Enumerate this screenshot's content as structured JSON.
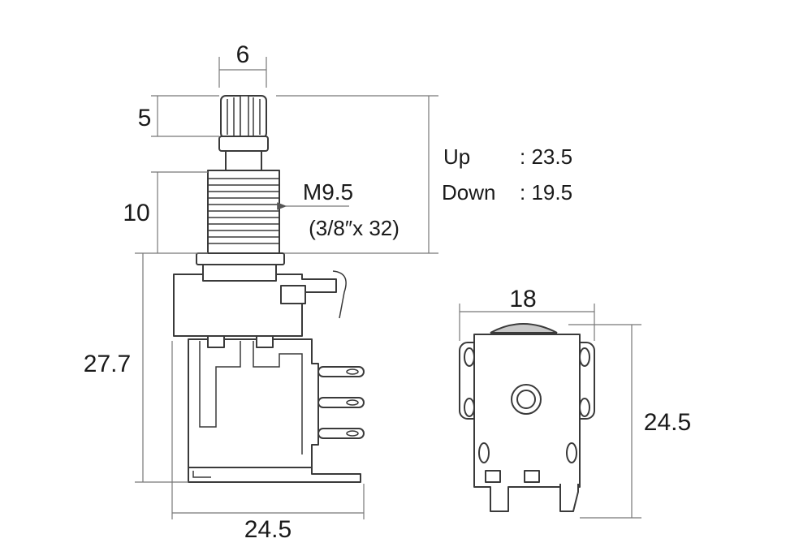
{
  "dimensions": {
    "shaft_width": "6",
    "knurl_height": "5",
    "bushing_height": "10",
    "body_height": "27.7",
    "body_width": "24.5",
    "side_width": "18",
    "side_height": "24.5"
  },
  "thread": {
    "metric": "M9.5",
    "imperial": "(3/8″x 32)"
  },
  "travel": {
    "up_label": "Up",
    "up_value": ": 23.5",
    "down_label": "Down",
    "down_value": ": 19.5"
  }
}
